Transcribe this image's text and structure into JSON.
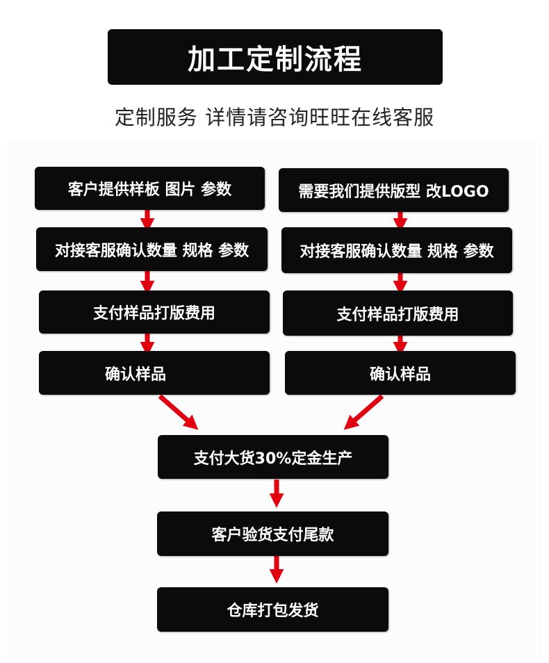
{
  "header": {
    "title": "加工定制流程",
    "subtitle": "定制服务 详情请咨询旺旺在线客服"
  },
  "colors": {
    "box": "#0b0b0b",
    "arrow": "#e0000f",
    "text": "#ffffff"
  },
  "flow": {
    "left": [
      "客户提供样板 图片 参数",
      "对接客服确认数量 规格 参数",
      "支付样品打版费用",
      "确认样品"
    ],
    "right": [
      "需要我们提供版型 改LOGO",
      "对接客服确认数量 规格 参数",
      "支付样品打版费用",
      "确认样品"
    ],
    "merge": [
      "支付大货30%定金生产",
      "客户验货支付尾款",
      "仓库打包发货"
    ]
  }
}
